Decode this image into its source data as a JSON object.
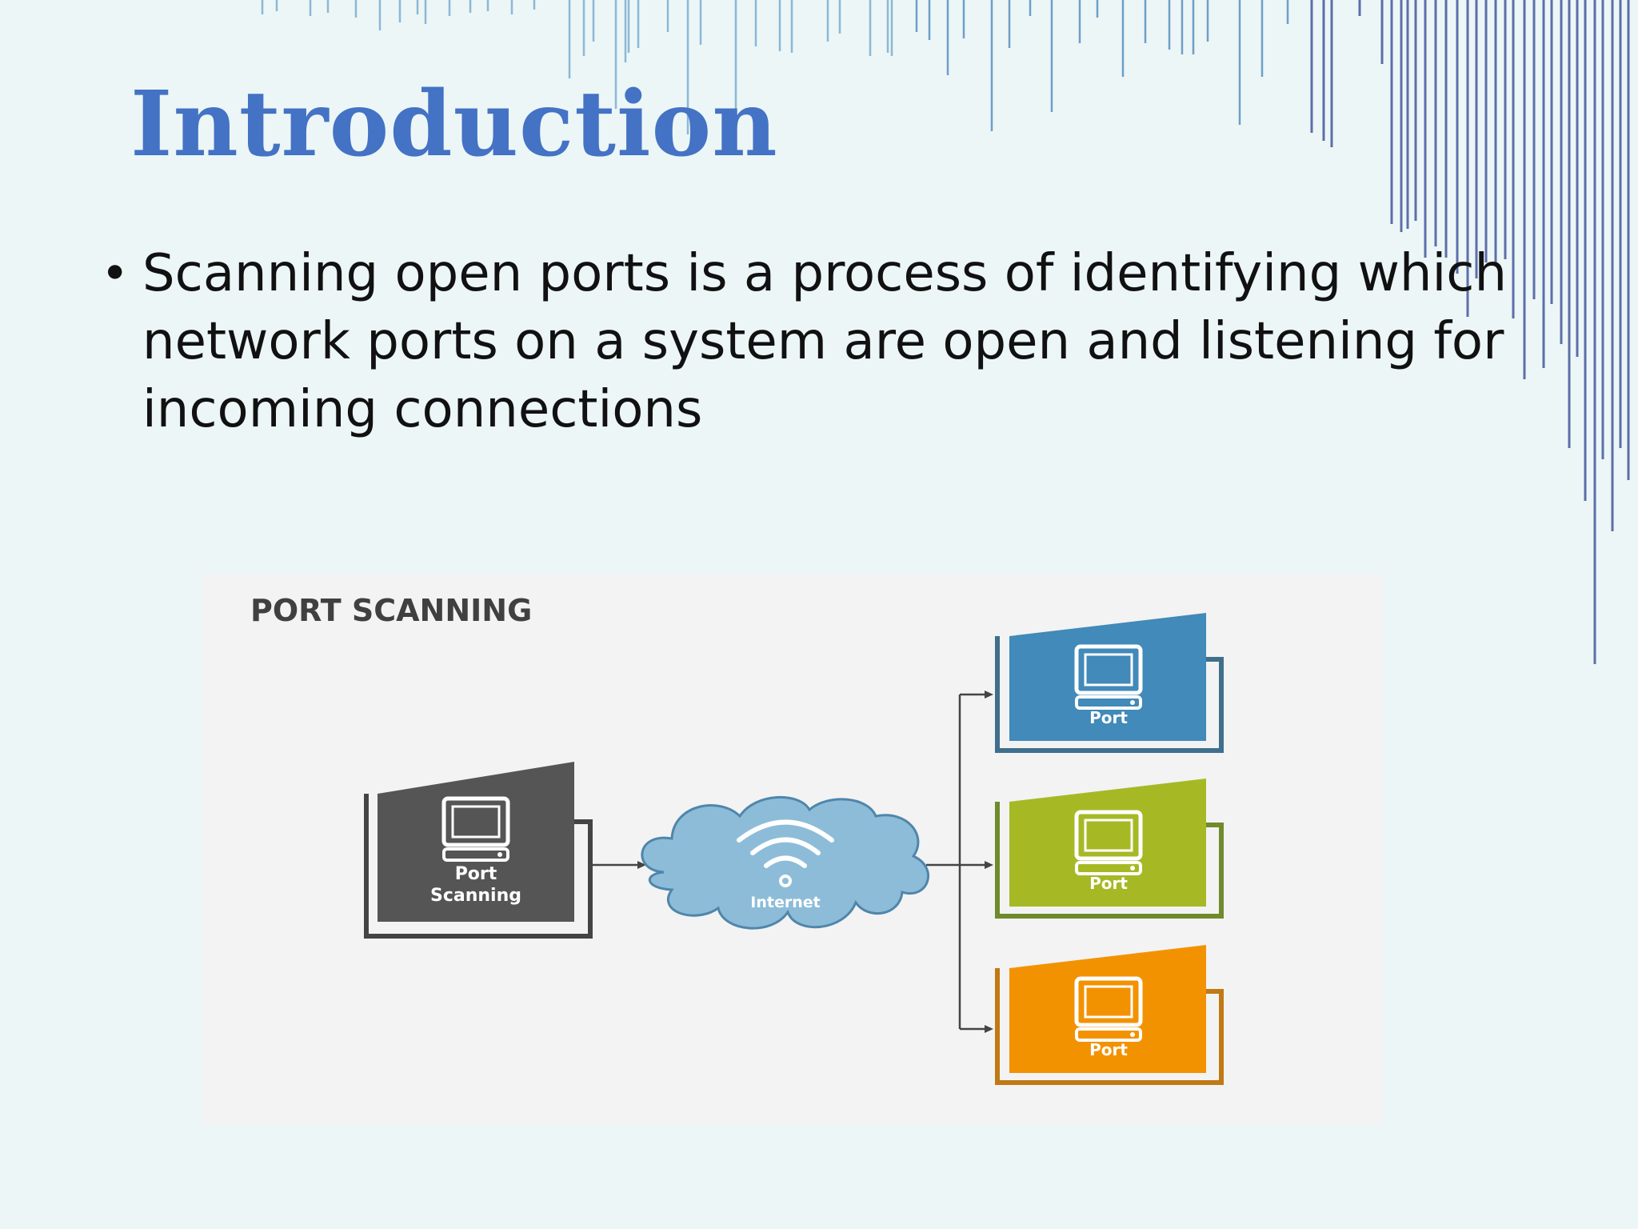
{
  "slide": {
    "title": "Introduction",
    "bullets": [
      "Scanning open ports is a process of identifying which network ports on a system are open and listening for incoming connections"
    ]
  },
  "diagram": {
    "title": "PORT SCANNING",
    "source": {
      "line1": "Port",
      "line2": "Scanning",
      "icon": "monitor-icon"
    },
    "cloud": {
      "label": "Internet",
      "icon": "wifi-icon"
    },
    "targets": [
      {
        "label": "Port",
        "color": "#418ab9",
        "border": "#3f6f8c",
        "icon": "monitor-icon"
      },
      {
        "label": "Port",
        "color": "#a6b925",
        "border": "#708a2c",
        "icon": "monitor-icon"
      },
      {
        "label": "Port",
        "color": "#f39200",
        "border": "#c07914",
        "icon": "monitor-icon"
      }
    ],
    "colors": {
      "source": "#555555",
      "cloud": "#8dbcd8",
      "cloud_outline": "#4f86ab",
      "arrow": "#444444",
      "panel": "#f3f3f3"
    }
  }
}
